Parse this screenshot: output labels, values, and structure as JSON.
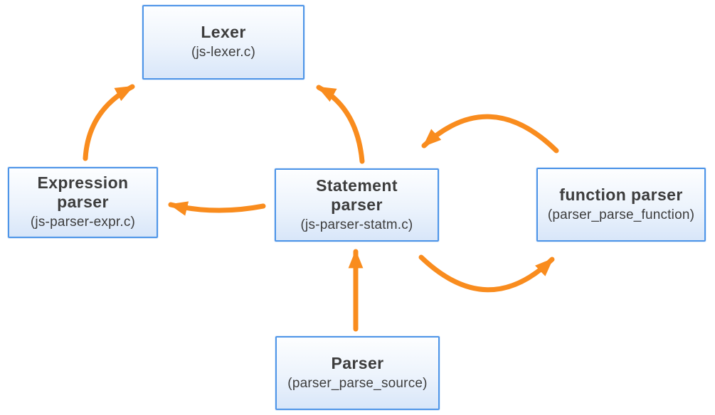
{
  "colors": {
    "arrow": "#F98C1E",
    "box_border": "#4E95E8",
    "box_fill_top": "#FDFEFF",
    "box_fill_mid": "#ECF3FC",
    "box_fill_bottom": "#D8E6F9",
    "text": "#3D3D3D",
    "bg": "#FFFFFF"
  },
  "nodes": {
    "lexer": {
      "title": "Lexer",
      "subtitle": "(js-lexer.c)"
    },
    "expression_parser": {
      "title": "Expression parser",
      "subtitle": "(js-parser-expr.c)"
    },
    "statement_parser": {
      "title": "Statement parser",
      "subtitle": "(js-parser-statm.c)"
    },
    "function_parser": {
      "title": "function parser",
      "subtitle": "(parser_parse_function)"
    },
    "parser": {
      "title": "Parser",
      "subtitle": "(parser_parse_source)"
    }
  },
  "edges": [
    {
      "from": "expression_parser",
      "to": "lexer"
    },
    {
      "from": "statement_parser",
      "to": "lexer"
    },
    {
      "from": "statement_parser",
      "to": "expression_parser"
    },
    {
      "from": "function_parser",
      "to": "statement_parser"
    },
    {
      "from": "statement_parser",
      "to": "function_parser"
    },
    {
      "from": "parser",
      "to": "statement_parser"
    }
  ]
}
